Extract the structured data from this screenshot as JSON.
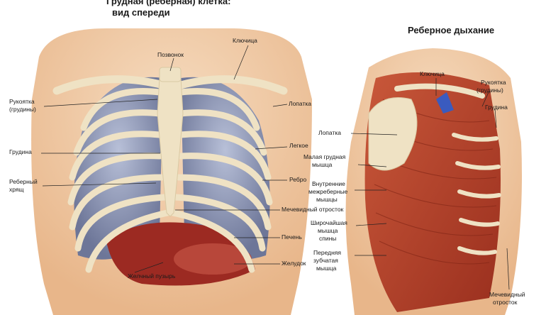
{
  "left_figure": {
    "title_line1": "Грудная (реберная) клетка:",
    "title_line2": "вид спереди",
    "labels": {
      "pozvonok": "Позвонок",
      "klyuchitsa": "Ключица",
      "rukoyatka_line1": "Рукоятка",
      "rukoyatka_line2": "(грудины)",
      "lopatka": "Лопатка",
      "grudina": "Грудина",
      "legkoe": "Легкое",
      "rebernyi_line1": "Реберный",
      "rebernyi_line2": "хрящ",
      "rebro": "Ребро",
      "mechevidnyi": "Мечевидный отросток",
      "pechen": "Печень",
      "zheludok": "Желудок",
      "zhelchnyi": "Желчный пузырь"
    }
  },
  "right_figure": {
    "title": "Реберное дыхание",
    "labels": {
      "klyuchitsa": "Ключица",
      "rukoyatka_line1": "Рукоятка",
      "rukoyatka_line2": "(грудины)",
      "grudina": "Грудина",
      "lopatka": "Лопатка",
      "malaya_line1": "Малая грудная",
      "malaya_line2": "мышца",
      "vnutr_line1": "Внутренние",
      "vnutr_line2": "межреберные",
      "vnutr_line3": "мышцы",
      "shir_line1": "Широчайшая",
      "shir_line2": "мышца",
      "shir_line3": "спины",
      "peredn_line1": "Передняя",
      "peredn_line2": "зубчатая",
      "peredn_line3": "мышца",
      "mech_line1": "Мечевидный",
      "mech_line2": "отросток"
    }
  },
  "colors": {
    "skin": "#f0c9a0",
    "bone": "#f2e6c8",
    "lung": "#8d97b6",
    "muscle": "#b8442c",
    "liver": "#9c2a22"
  }
}
